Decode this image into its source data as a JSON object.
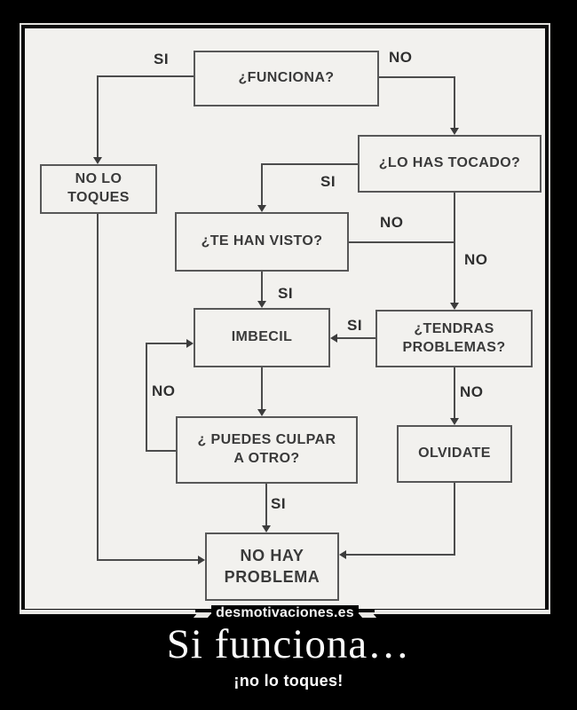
{
  "poster": {
    "watermark": "desmotivaciones.es",
    "title": "Si funciona…",
    "subtitle": "¡no lo toques!",
    "colors": {
      "background": "#000000",
      "photo_background": "#f2f1ee",
      "line": "#4c4c4c",
      "node_text": "#3a3a3a",
      "caption_text": "#fbfbfb"
    }
  },
  "flowchart": {
    "nodes": {
      "funciona": "¿FUNCIONA?",
      "no_lo_toques": "NO LO\nTOQUES",
      "lo_has_tocado": "¿LO HAS TOCADO?",
      "te_han_visto": "¿TE HAN VISTO?",
      "tendras_problemas": "¿TENDRAS\nPROBLEMAS?",
      "imbecil": "IMBECIL",
      "puedes_culpar": "¿ PUEDES CULPAR\nA OTRO?",
      "olvidate": "OLVIDATE",
      "no_hay_problema": "NO HAY\nPROBLEMA"
    },
    "edges": [
      {
        "from": "funciona",
        "to": "no_lo_toques",
        "label": "SI"
      },
      {
        "from": "funciona",
        "to": "lo_has_tocado",
        "label": "NO"
      },
      {
        "from": "lo_has_tocado",
        "to": "te_han_visto",
        "label": "SI"
      },
      {
        "from": "te_han_visto",
        "to": "tendras_problemas",
        "label": "NO"
      },
      {
        "from": "lo_has_tocado",
        "to": "tendras_problemas",
        "label": "NO"
      },
      {
        "from": "te_han_visto",
        "to": "imbecil",
        "label": "SI"
      },
      {
        "from": "tendras_problemas",
        "to": "imbecil",
        "label": "SI"
      },
      {
        "from": "tendras_problemas",
        "to": "olvidate",
        "label": "NO"
      },
      {
        "from": "puedes_culpar",
        "to": "imbecil",
        "label": "NO"
      },
      {
        "from": "puedes_culpar",
        "to": "no_hay_problema",
        "label": "SI"
      },
      {
        "from": "imbecil",
        "to": "puedes_culpar",
        "label": ""
      },
      {
        "from": "no_lo_toques",
        "to": "no_hay_problema",
        "label": ""
      },
      {
        "from": "olvidate",
        "to": "no_hay_problema",
        "label": ""
      }
    ]
  }
}
